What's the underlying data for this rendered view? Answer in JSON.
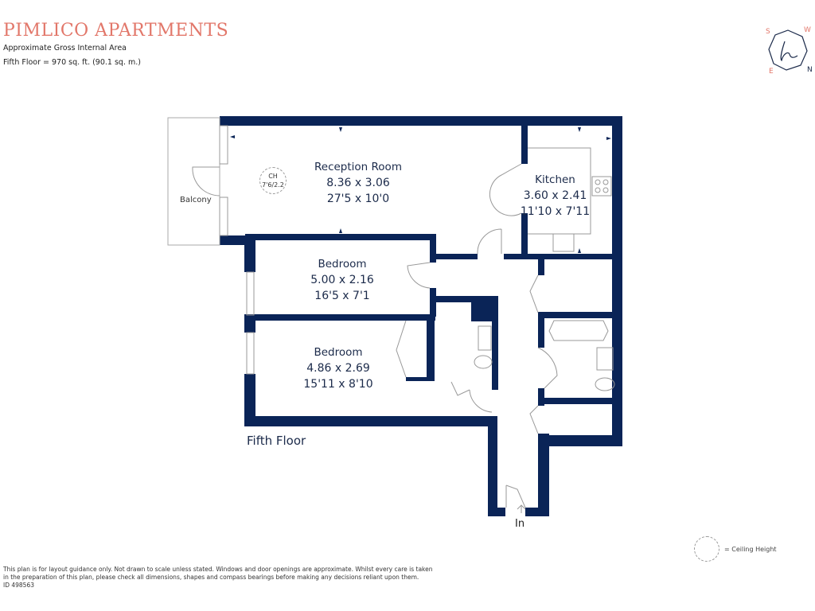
{
  "header": {
    "title": "PIMLICO APARTMENTS",
    "subtitle": "Approximate Gross Internal Area",
    "area": "Fifth Floor  =  970 sq. ft. (90.1 sq. m.)"
  },
  "compass": {
    "labels": {
      "s": "S",
      "w": "W",
      "e": "E",
      "n": "N"
    },
    "logo": "h"
  },
  "rooms": [
    {
      "name": "Reception Room",
      "metric": "8.36 x 3.06",
      "imperial": "27'5 x 10'0"
    },
    {
      "name": "Kitchen",
      "metric": "3.60 x 2.41",
      "imperial": "11'10 x 7'11"
    },
    {
      "name": "Bedroom",
      "metric": "5.00 x 2.16",
      "imperial": "16'5 x 7'1"
    },
    {
      "name": "Bedroom",
      "metric": "4.86 x 2.69",
      "imperial": "15'11 x 8'10"
    }
  ],
  "balcony": "Balcony",
  "ceiling_marker": {
    "label": "CH",
    "value": "7'6/2.2"
  },
  "floor_label": "Fifth Floor",
  "entrance_label": "In",
  "legend": {
    "text": "= Ceiling Height"
  },
  "colors": {
    "wall": "#0a2457",
    "title": "#e2776a",
    "fixture": "#999999"
  },
  "disclaimer": {
    "line1": "This plan is for layout guidance only. Not drawn to scale unless stated. Windows and door openings are approximate. Whilst every care is taken",
    "line2": "in the preparation of this plan, please check all dimensions, shapes and compass bearings before making any decisions reliant upon them.",
    "id": "ID 498563"
  }
}
